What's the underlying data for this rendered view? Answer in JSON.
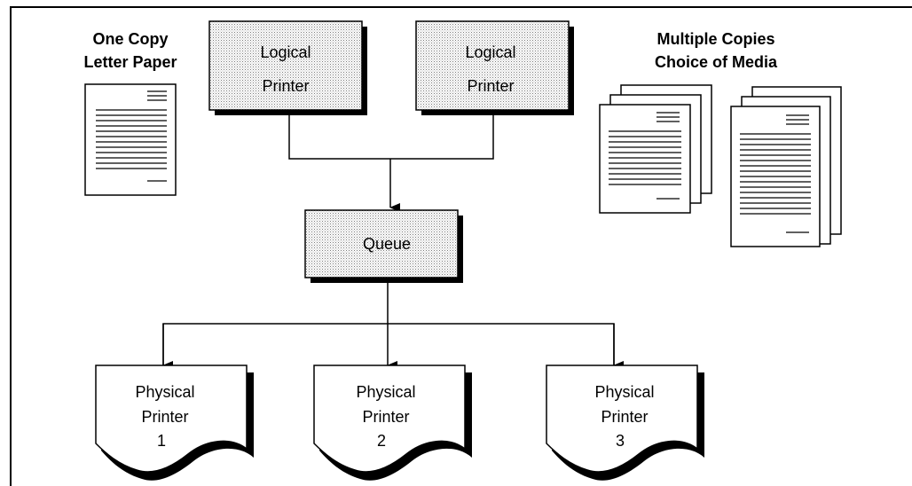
{
  "captions": {
    "left": {
      "line1": "One Copy",
      "line2": "Letter Paper"
    },
    "right": {
      "line1": "Multiple Copies",
      "line2": "Choice of Media"
    }
  },
  "logical_printers": [
    {
      "line1": "Logical",
      "line2": "Printer"
    },
    {
      "line1": "Logical",
      "line2": "Printer"
    }
  ],
  "queue": {
    "label": "Queue"
  },
  "physical_printers": [
    {
      "line1": "Physical",
      "line2": "Printer",
      "line3": "1"
    },
    {
      "line1": "Physical",
      "line2": "Printer",
      "line3": "2"
    },
    {
      "line1": "Physical",
      "line2": "Printer",
      "line3": "3"
    }
  ]
}
